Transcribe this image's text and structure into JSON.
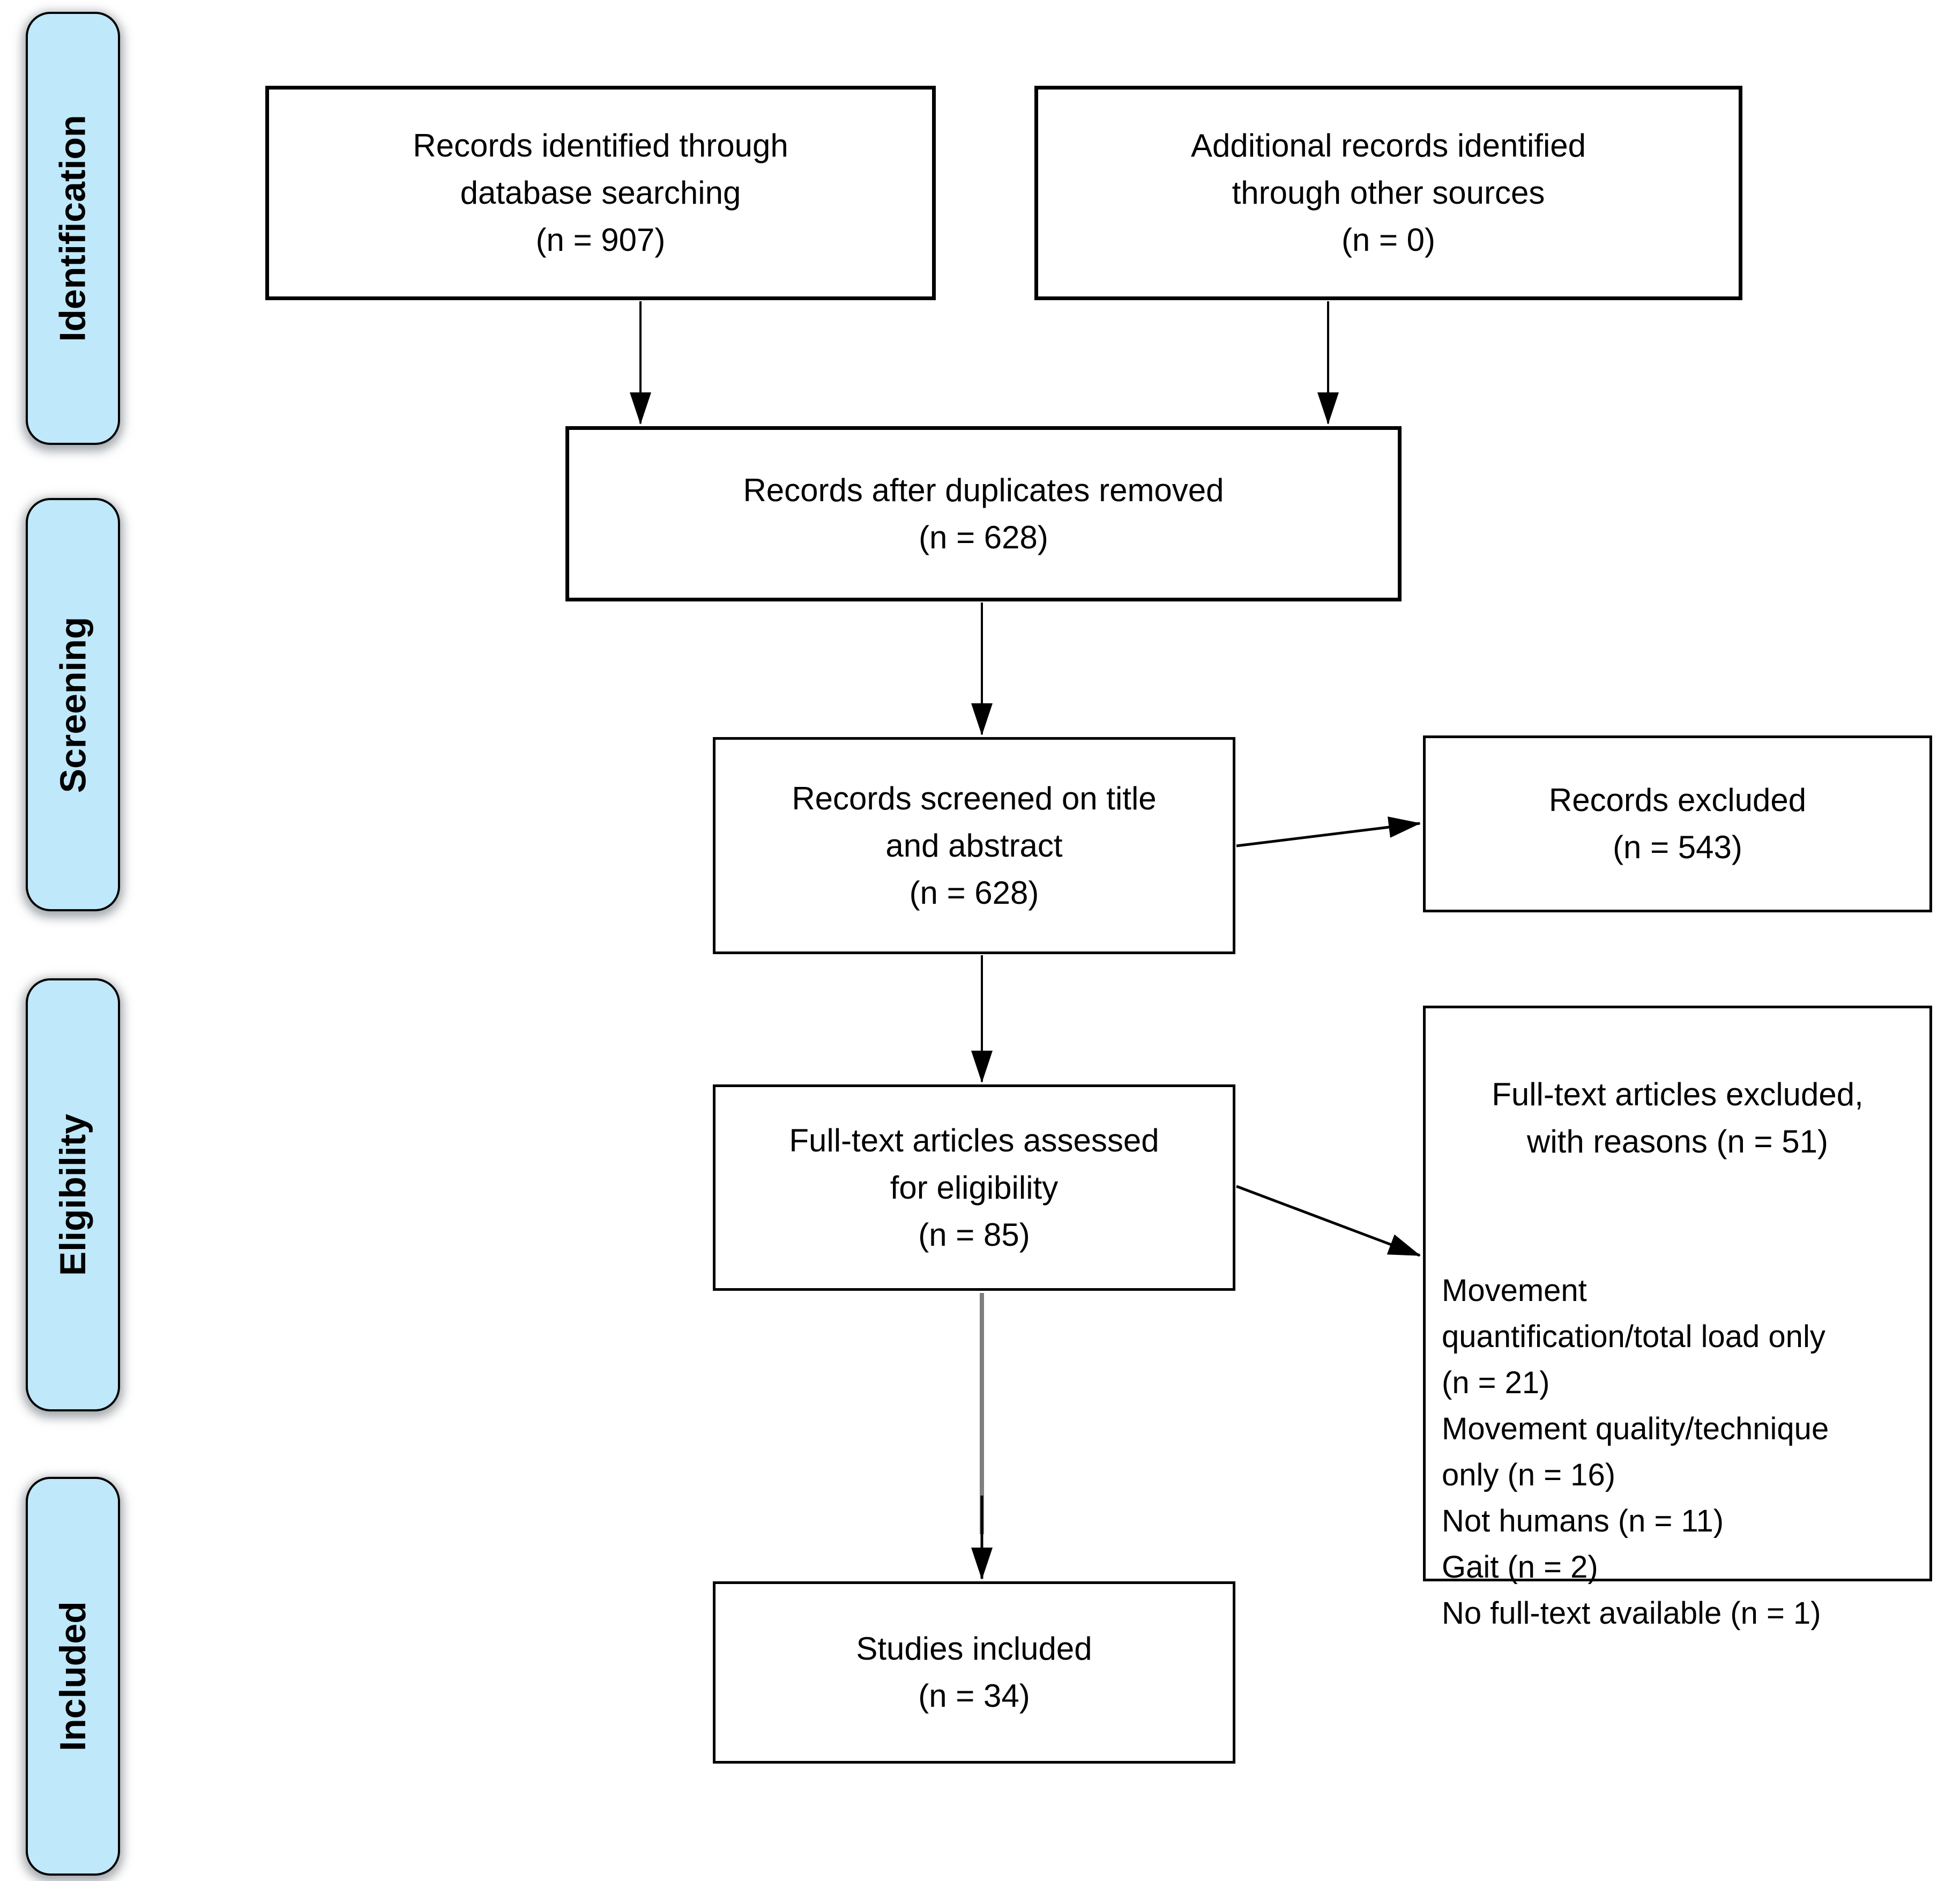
{
  "figure": {
    "type": "prisma-flow-diagram",
    "background_color": "#ffffff",
    "stage_fill_color": "#bfe8fa",
    "line_color": "#000000",
    "gray_connector_color": "#7f7f7f"
  },
  "sidebar": {
    "stages": [
      {
        "label": "Identification"
      },
      {
        "label": "Screening"
      },
      {
        "label": "Eligibility"
      },
      {
        "label": "Included"
      }
    ]
  },
  "boxes": {
    "records_identified": {
      "text": "Records identified through\ndatabase searching\n(n = 907)"
    },
    "additional_records": {
      "text": "Additional records identified\nthrough other sources\n(n = 0)"
    },
    "duplicates_removed": {
      "text": "Records after duplicates removed\n(n = 628)"
    },
    "records_screened": {
      "text": "Records screened on title\nand abstract\n(n = 628)"
    },
    "records_excluded": {
      "text": "Records excluded\n(n = 543)"
    },
    "fulltext_assessed": {
      "text": "Full-text articles assessed\nfor eligibility\n(n = 85)"
    },
    "fulltext_excluded": {
      "heading": "Full-text articles excluded,\nwith reasons (n = 51)",
      "reasons": "Movement\nquantification/total load only\n(n = 21)\nMovement quality/technique\nonly (n = 16)\nNot humans (n = 11)\nGait (n = 2)\nNo full-text available (n = 1)"
    },
    "studies_included": {
      "text": "Studies included\n(n = 34)"
    }
  }
}
